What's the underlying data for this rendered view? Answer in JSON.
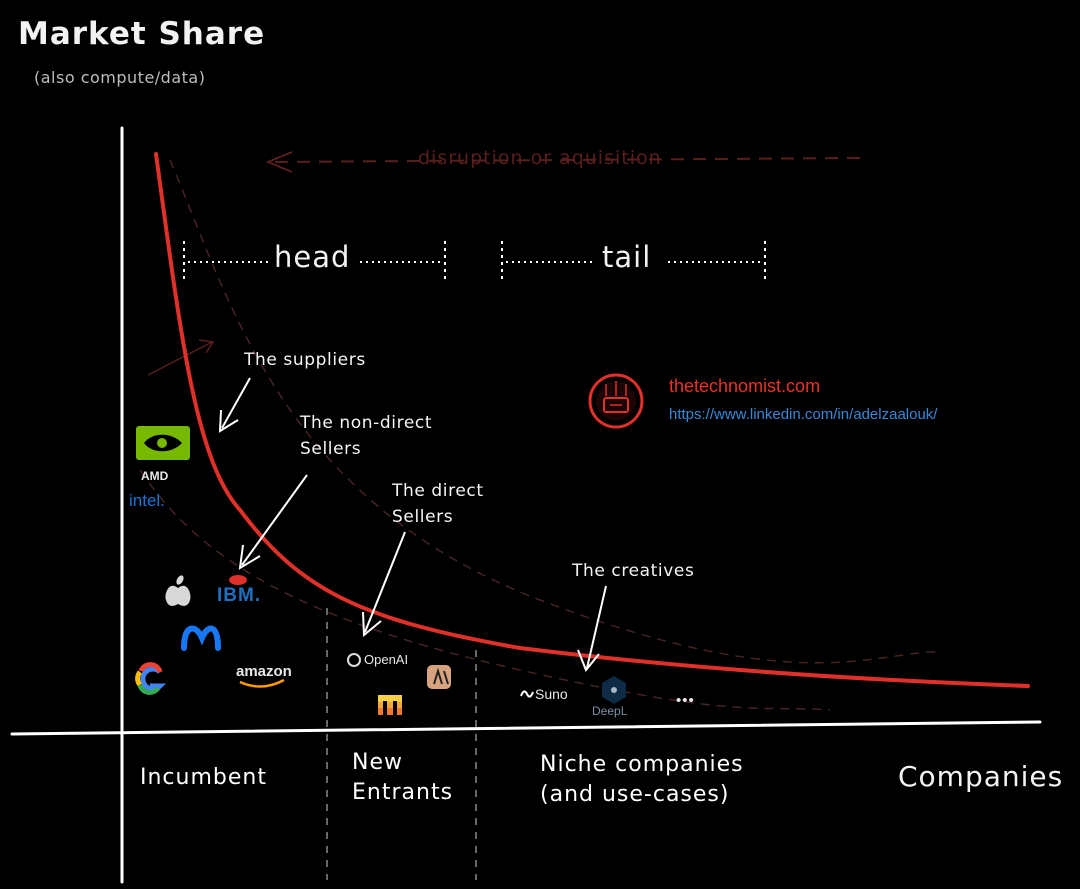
{
  "title": "Market Share",
  "subtitle": "(also compute/data)",
  "top_annotation": "disruption or aquisition",
  "segments": {
    "head": "head",
    "tail": "tail"
  },
  "callouts": {
    "suppliers": "The suppliers",
    "non_direct": "The non-direct\nSellers",
    "direct": "The direct\nSellers",
    "creatives": "The creatives"
  },
  "x_categories": {
    "incumbent": "Incumbent",
    "new_entrants": "New\nEntrants",
    "niche": "Niche companies\n(and use-cases)"
  },
  "x_axis_label": "Companies",
  "brands": {
    "amd": "AMD",
    "intel": "intel.",
    "ibm": "IBM.",
    "amazon": "amazon",
    "openai": "OpenAI",
    "suno": "Suno",
    "deepl": "DeepL",
    "more": "•••"
  },
  "watermark": {
    "site": "thetechnomist.com",
    "link": "https://www.linkedin.com/in/adelzaalouk/"
  },
  "colors": {
    "curve": "#e0302a",
    "background": "#000000",
    "link": "#3a86d6",
    "nvidia": "#76b900",
    "meta": "#1877f2"
  }
}
